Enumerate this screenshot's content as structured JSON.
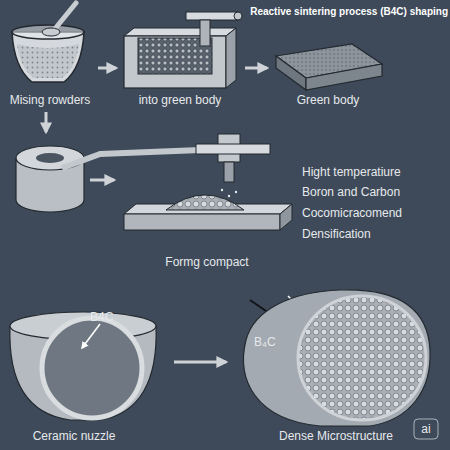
{
  "diagram": {
    "title": "Reactive sintering process (B4C) shaping",
    "nodes": [
      {
        "text": [
          "Mising rowders"
        ]
      },
      {
        "text": [
          "into green body"
        ]
      },
      {
        "text": [
          "Green body"
        ]
      },
      {
        "text": [
          "Formg compact"
        ]
      },
      {
        "text": [
          "B4C",
          "Ceramic nuzzle"
        ]
      },
      {
        "text": [
          "B₄C",
          "Dense Microstructure"
        ]
      }
    ],
    "edges": [
      {
        "from": 0,
        "to": 1,
        "arrow": "to"
      },
      {
        "from": 1,
        "to": 2,
        "arrow": "to"
      },
      {
        "from": 4,
        "to": 5,
        "arrow": "to"
      }
    ],
    "labels": [
      "Hight temperatiure",
      "Boron and Carbon",
      "Cocomicracomend",
      "Densification",
      "ai"
    ]
  }
}
